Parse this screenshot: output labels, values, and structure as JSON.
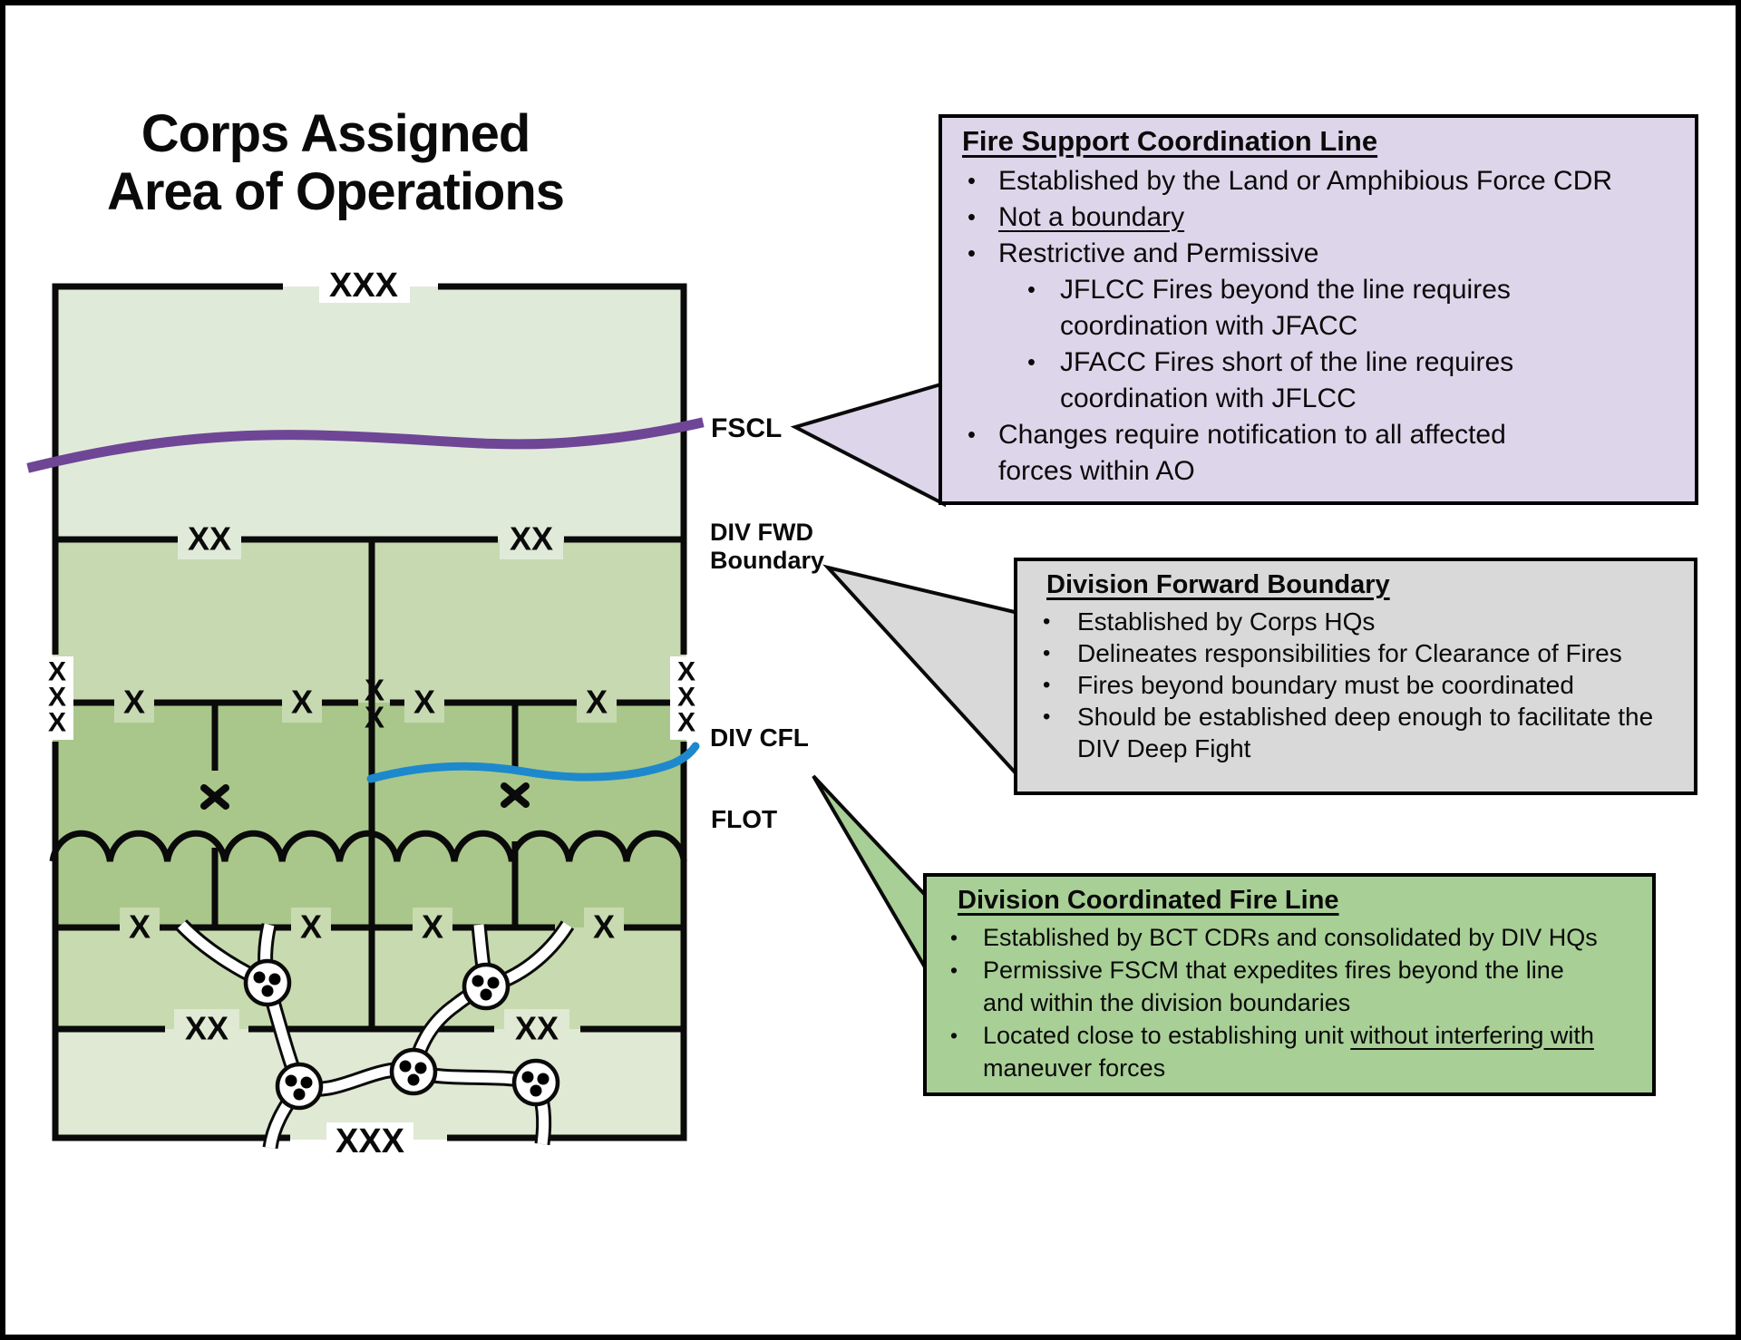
{
  "title": {
    "line1": "Corps Assigned",
    "line2": "Area of Operations"
  },
  "map": {
    "markers": {
      "corps": "XXX",
      "division": "XX",
      "brigade": "X"
    },
    "line_labels": {
      "fscl": "FSCL",
      "div_fwd_1": "DIV FWD",
      "div_fwd_2": "Boundary",
      "div_cfl": "DIV CFL",
      "flot": "FLOT"
    },
    "colors": {
      "zone_corps_deep": "#e0ead9",
      "zone_division_deep": "#c7d9b0",
      "zone_brigade_close": "#a9c78a",
      "zone_division_rear": "#c8daaf",
      "zone_corps_rear": "#dfe9d3",
      "fscl_line": "#6f4696",
      "cfl_line": "#1e88cd"
    }
  },
  "callouts": {
    "fscl": {
      "accent": "#ddd5ea",
      "title": "Fire Support Coordination Line",
      "b1": "Established by the Land or Amphibious Force CDR",
      "b2": "Not a boundary",
      "b3": "Restrictive and Permissive",
      "b3a_1": "JFLCC Fires beyond the line requires",
      "b3a_2": "coordination with JFACC",
      "b3b_1": "JFACC Fires short of the line requires",
      "b3b_2": "coordination with JFLCC",
      "b4_1": "Changes require notification to all affected",
      "b4_2": "forces within AO"
    },
    "div_fwd": {
      "accent": "#d9d9d9",
      "title": "Division Forward Boundary",
      "b1": "Established by Corps HQs",
      "b2": "Delineates responsibilities for Clearance of Fires",
      "b3": "Fires beyond boundary must be coordinated",
      "b4_1": "Should be established deep enough to facilitate the",
      "b4_2": "DIV Deep Fight"
    },
    "div_cfl": {
      "accent": "#a8cf96",
      "title": "Division Coordinated Fire Line",
      "b1": "Established by BCT CDRs and consolidated by DIV HQs",
      "b2_1": "Permissive FSCM that expedites fires beyond the line",
      "b2_2": "and within the division boundaries",
      "b3_1_pre": "Located close to establishing unit ",
      "b3_1_u": "without interfering with",
      "b3_2": "maneuver forces"
    }
  }
}
